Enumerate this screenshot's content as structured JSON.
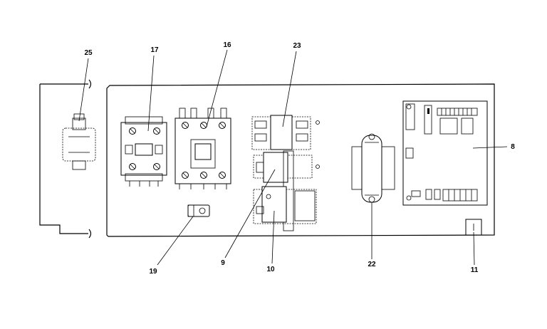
{
  "callouts": {
    "c25": "25",
    "c17": "17",
    "c16": "16",
    "c23": "23",
    "c8": "8",
    "c19": "19",
    "c9": "9",
    "c10": "10",
    "c22": "22",
    "c11": "11"
  },
  "colors": {
    "line": "#000000",
    "background": "#ffffff"
  }
}
